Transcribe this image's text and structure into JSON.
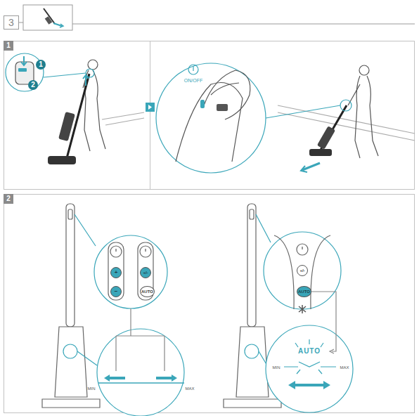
{
  "diagram": {
    "nodes": [
      {
        "text": [
          "3"
        ]
      },
      {
        "text": [
          "1"
        ]
      },
      {
        "text": [
          "1"
        ]
      },
      {
        "text": [
          "2"
        ]
      },
      {
        "text": [
          "2"
        ]
      },
      {
        "text": [
          "+"
        ]
      },
      {
        "text": [
          "−"
        ]
      },
      {
        "text": [
          "+/-"
        ]
      },
      {
        "text": [
          "AUTO"
        ]
      },
      {
        "text": [
          "+/-"
        ]
      },
      {
        "text": [
          "AUTO"
        ]
      }
    ],
    "labels": [
      "ON/OFF",
      "MIN",
      "MAX",
      "AUTO",
      "MIN",
      "MAX"
    ]
  }
}
